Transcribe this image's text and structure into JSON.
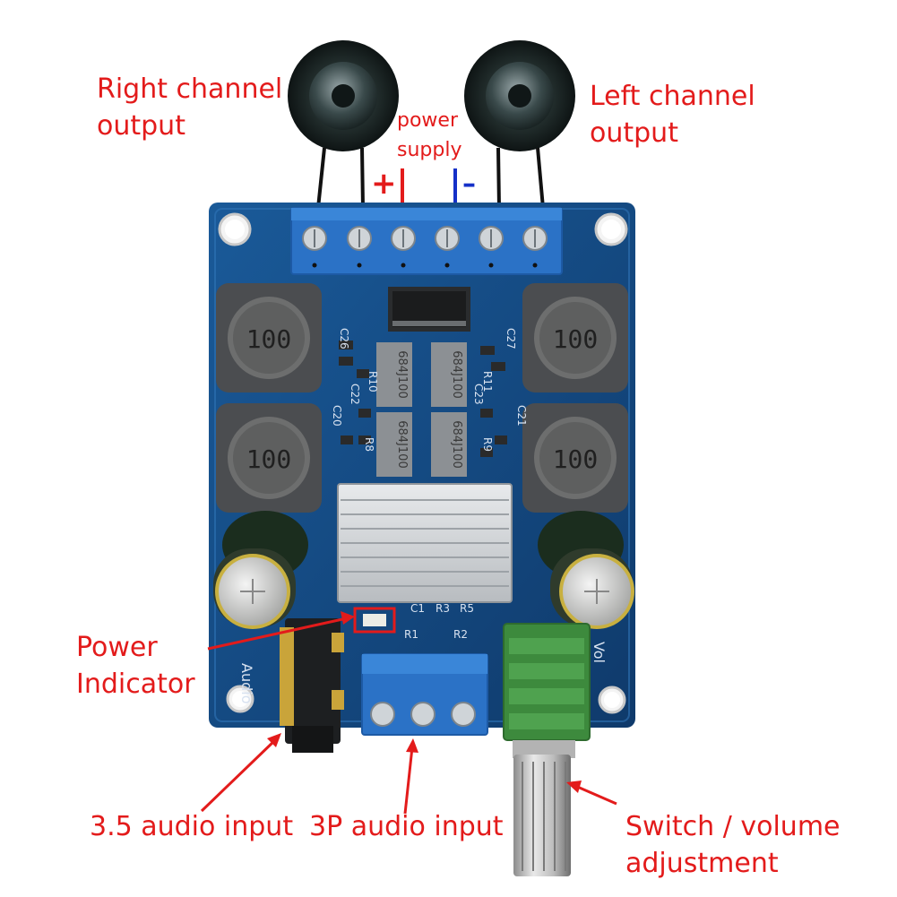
{
  "labels": {
    "right_channel": [
      "Right channel",
      "output"
    ],
    "left_channel": [
      "Left channel",
      "output"
    ],
    "power_supply": [
      "power",
      "supply"
    ],
    "power_indicator": [
      "Power",
      "Indicator"
    ],
    "audio_35": "3.5 audio input",
    "audio_3p": "3P audio input",
    "switch_volume": [
      "Switch / volume",
      "adjustment"
    ]
  },
  "polarity": {
    "plus": "+",
    "minus": "–"
  },
  "board_marks": {
    "inductor": "100",
    "cap_film": "684J100",
    "silk_c26": "C26",
    "silk_c27": "C27",
    "silk_c20": "C20",
    "silk_c21": "C21",
    "silk_c22": "C22",
    "silk_c23": "C23",
    "silk_r10": "R10",
    "silk_r11": "R11",
    "silk_r8": "R8",
    "silk_r9": "R9",
    "silk_r1": "R1",
    "silk_r2": "R2",
    "silk_r3": "R3",
    "silk_r5": "R5",
    "silk_c1": "C1",
    "silk_audio": "Audio",
    "silk_vol": "Vol"
  },
  "colors": {
    "label": "#e31b1b",
    "arrow": "#e31b1b",
    "plus": "#e31b1b",
    "minus": "#1530c8",
    "pcb": "#12477e",
    "terminal": "#2b72c6",
    "pot": "#3d8a3d"
  }
}
